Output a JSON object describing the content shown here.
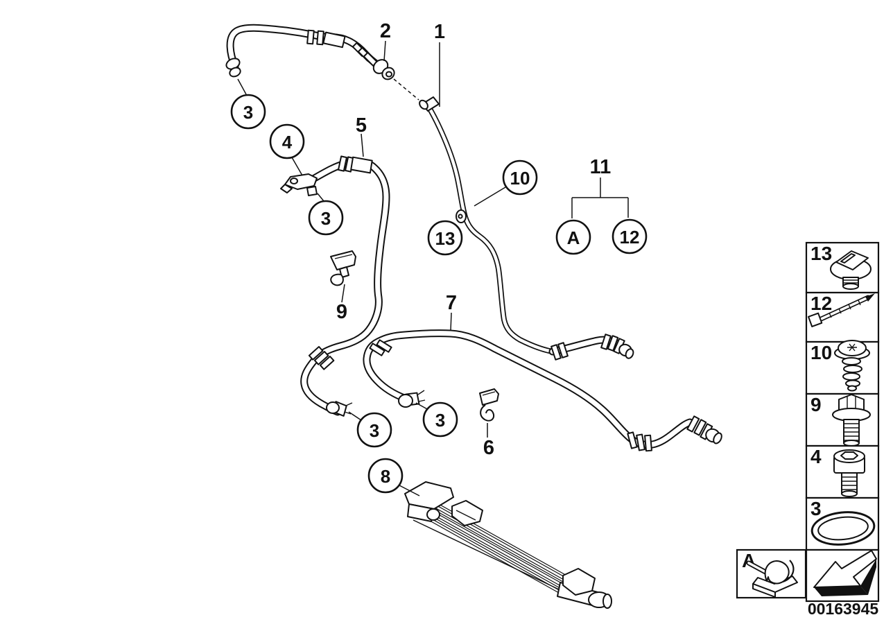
{
  "diagram": {
    "part_number": "00163945",
    "callouts": [
      {
        "label": "2",
        "style": "plain"
      },
      {
        "label": "1",
        "style": "plain"
      },
      {
        "label": "3",
        "style": "circle"
      },
      {
        "label": "4",
        "style": "circle"
      },
      {
        "label": "5",
        "style": "plain"
      },
      {
        "label": "3",
        "style": "circle"
      },
      {
        "label": "13",
        "style": "circle"
      },
      {
        "label": "10",
        "style": "circle"
      },
      {
        "label": "11",
        "style": "plain"
      },
      {
        "label": "A",
        "style": "circle"
      },
      {
        "label": "12",
        "style": "circle"
      },
      {
        "label": "9",
        "style": "plain"
      },
      {
        "label": "7",
        "style": "plain"
      },
      {
        "label": "3",
        "style": "circle"
      },
      {
        "label": "3",
        "style": "circle"
      },
      {
        "label": "6",
        "style": "plain"
      },
      {
        "label": "8",
        "style": "circle"
      }
    ]
  },
  "legend": {
    "items": [
      {
        "label": "13",
        "icon": "expansion-rivet-icon"
      },
      {
        "label": "12",
        "icon": "cable-tie-icon"
      },
      {
        "label": "10",
        "icon": "tapping-screw-icon"
      },
      {
        "label": "9",
        "icon": "hex-flange-bolt-icon"
      },
      {
        "label": "4",
        "icon": "socket-head-screw-icon"
      },
      {
        "label": "3",
        "icon": "o-ring-icon"
      }
    ],
    "clip_label": "A",
    "clip_icon": "spring-clip-icon",
    "arrow_icon": "direction-arrow-icon"
  },
  "colors": {
    "ink": "#111111",
    "background": "#ffffff"
  }
}
